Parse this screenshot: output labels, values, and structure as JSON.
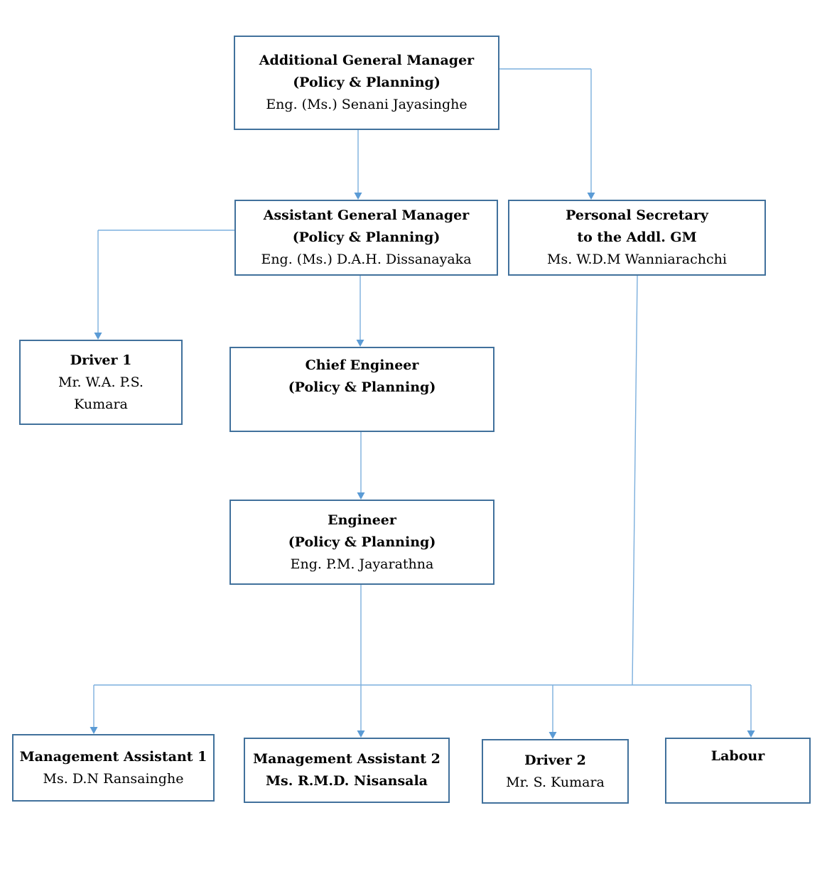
{
  "colors": {
    "box_border": "#41719C",
    "connector_line": "#7CAFDD",
    "arrow": "#5B9BD5",
    "text": "#000000"
  },
  "boxes": {
    "addl_gm": {
      "title": "Additional General Manager",
      "subtitle": "(Policy & Planning)",
      "person": "Eng. (Ms.) Senani Jayasinghe"
    },
    "asst_gm": {
      "title": "Assistant General Manager",
      "subtitle": "(Policy & Planning)",
      "person": "Eng. (Ms.) D.A.H. Dissanayaka"
    },
    "personal_secretary": {
      "title": "Personal Secretary",
      "subtitle": "to the Addl. GM",
      "person": "Ms. W.D.M Wanniarachchi"
    },
    "driver_1": {
      "title": "Driver 1",
      "person_line1": "Mr. W.A. P.S.",
      "person_line2": "Kumara"
    },
    "chief_engineer": {
      "title": "Chief Engineer",
      "subtitle": "(Policy & Planning)"
    },
    "engineer": {
      "title": "Engineer",
      "subtitle": "(Policy & Planning)",
      "person": "Eng. P.M. Jayarathna"
    },
    "management_assistant_1": {
      "title": "Management Assistant 1",
      "person": "Ms. D.N Ransainghe"
    },
    "management_assistant_2": {
      "title": "Management Assistant 2",
      "person": "Ms. R.M.D. Nisansala"
    },
    "driver_2": {
      "title": "Driver 2",
      "person": "Mr. S. Kumara"
    },
    "labour": {
      "title": "Labour"
    }
  }
}
